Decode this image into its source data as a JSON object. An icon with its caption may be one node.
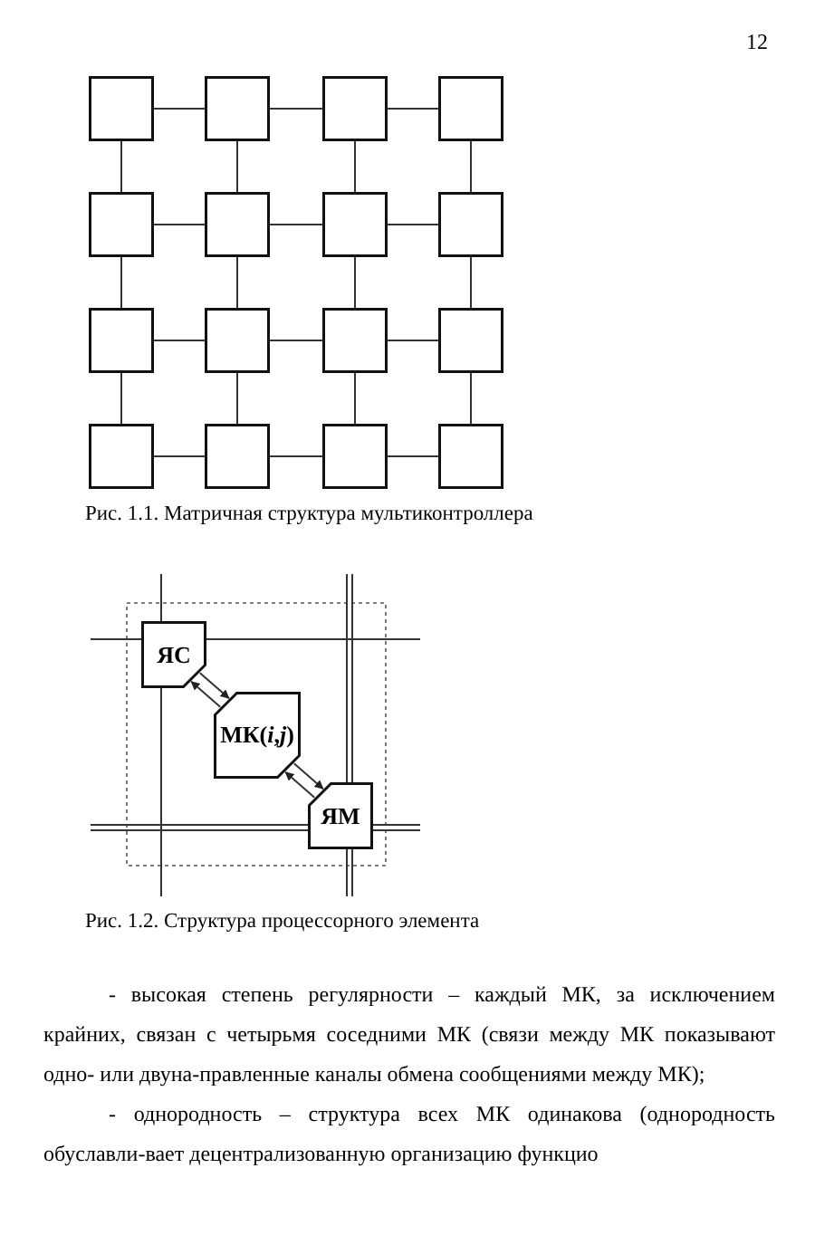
{
  "diagram": {
    "nodes": [
      {
        "text": [],
        "shape": "box"
      },
      {
        "text": [],
        "shape": "box"
      },
      {
        "text": [],
        "shape": "box"
      },
      {
        "text": [],
        "shape": "box"
      },
      {
        "text": [],
        "shape": "box"
      },
      {
        "text": [],
        "shape": "box"
      },
      {
        "text": [],
        "shape": "box"
      },
      {
        "text": [],
        "shape": "box"
      },
      {
        "text": [],
        "shape": "box"
      },
      {
        "text": [],
        "shape": "box"
      },
      {
        "text": [],
        "shape": "box"
      },
      {
        "text": [],
        "shape": "box"
      },
      {
        "text": [],
        "shape": "box"
      },
      {
        "text": [],
        "shape": "box"
      },
      {
        "text": [],
        "shape": "box"
      },
      {
        "text": [],
        "shape": "box"
      },
      {
        "text": [
          "ЯС"
        ]
      },
      {
        "text": [
          "МК(*i*,*j*)"
        ]
      },
      {
        "text": [
          "ЯМ"
        ]
      }
    ],
    "edges": [
      {
        "from": 0,
        "to": 1,
        "arrow": "none"
      },
      {
        "from": 1,
        "to": 2,
        "arrow": "none"
      },
      {
        "from": 2,
        "to": 3,
        "arrow": "none"
      },
      {
        "from": 4,
        "to": 5,
        "arrow": "none"
      },
      {
        "from": 5,
        "to": 6,
        "arrow": "none"
      },
      {
        "from": 6,
        "to": 7,
        "arrow": "none"
      },
      {
        "from": 8,
        "to": 9,
        "arrow": "none"
      },
      {
        "from": 9,
        "to": 10,
        "arrow": "none"
      },
      {
        "from": 10,
        "to": 11,
        "arrow": "none"
      },
      {
        "from": 12,
        "to": 13,
        "arrow": "none"
      },
      {
        "from": 13,
        "to": 14,
        "arrow": "none"
      },
      {
        "from": 14,
        "to": 15,
        "arrow": "none"
      },
      {
        "from": 0,
        "to": 4,
        "arrow": "none"
      },
      {
        "from": 1,
        "to": 5,
        "arrow": "none"
      },
      {
        "from": 2,
        "to": 6,
        "arrow": "none"
      },
      {
        "from": 3,
        "to": 7,
        "arrow": "none"
      },
      {
        "from": 4,
        "to": 8,
        "arrow": "none"
      },
      {
        "from": 5,
        "to": 9,
        "arrow": "none"
      },
      {
        "from": 6,
        "to": 10,
        "arrow": "none"
      },
      {
        "from": 7,
        "to": 11,
        "arrow": "none"
      },
      {
        "from": 8,
        "to": 12,
        "arrow": "none"
      },
      {
        "from": 9,
        "to": 13,
        "arrow": "none"
      },
      {
        "from": 10,
        "to": 14,
        "arrow": "none"
      },
      {
        "from": 11,
        "to": 15,
        "arrow": "none"
      },
      {
        "from": 16,
        "to": 17,
        "arrow": "to"
      },
      {
        "from": 17,
        "to": 16,
        "arrow": "to"
      },
      {
        "from": 17,
        "to": 18,
        "arrow": "to"
      },
      {
        "from": 18,
        "to": 17,
        "arrow": "to"
      }
    ],
    "labels": [
      "12",
      "Рис. 1.1. Матричная структура мультиконтроллера",
      "Рис. 1.2. Структура процессорного элемента",
      "- высокая степень регулярности – каждый МК, за исключением крайних, связан с четырьмя соседними МК (связи между МК показывают одно- или двуна-правленные каналы обмена сообщениями между МК);",
      "- однородность – структура всех МК одинакова (однородность обуславли-вает децентрализованную организацию функцио"
    ]
  }
}
